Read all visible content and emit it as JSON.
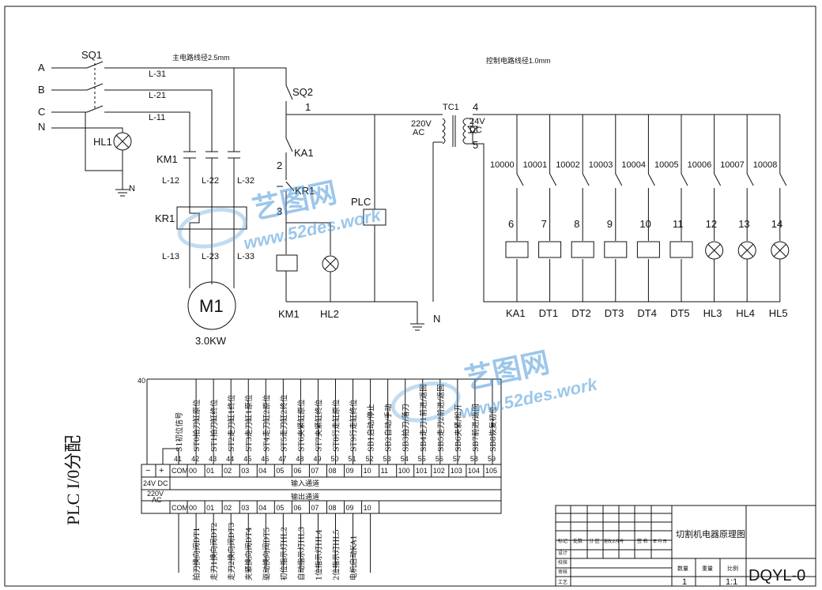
{
  "phases": [
    "A",
    "B",
    "C",
    "N"
  ],
  "sq1": "SQ1",
  "sq2": "SQ2",
  "main_wire_note": "主电路线径2.5mm",
  "ctrl_wire_note": "控制电路线径1.0mm",
  "wires_a": [
    "L-31",
    "L-21",
    "L-11"
  ],
  "wires_b": [
    "L-12",
    "L-22",
    "L-32"
  ],
  "wires_c": [
    "L-13",
    "L-23",
    "L-33"
  ],
  "km1": "KM1",
  "kr1": "KR1",
  "hl1": "HL1",
  "n_label": "N",
  "motor": "M1",
  "motor_power": "3.0KW",
  "node1": "1",
  "node2": "2",
  "node3": "3",
  "ka1": "KA1",
  "kr1_contact": "KR1",
  "plc": "PLC",
  "km1_coil": "KM1",
  "hl2": "HL2",
  "tc1": "TC1",
  "v220": "220V",
  "ac": "AC",
  "v24": "24V",
  "dc": "DC",
  "node4": "4",
  "node5": "5",
  "outputs": [
    {
      "addr": "10000",
      "node": "6",
      "label": "KA1",
      "kind": "coil"
    },
    {
      "addr": "10001",
      "node": "7",
      "label": "DT1",
      "kind": "coil"
    },
    {
      "addr": "10002",
      "node": "8",
      "label": "DT2",
      "kind": "coil"
    },
    {
      "addr": "10003",
      "node": "9",
      "label": "DT3",
      "kind": "coil"
    },
    {
      "addr": "10004",
      "node": "10",
      "label": "DT4",
      "kind": "coil"
    },
    {
      "addr": "10005",
      "node": "11",
      "label": "DT5",
      "kind": "coil"
    },
    {
      "addr": "10006",
      "node": "12",
      "label": "HL3",
      "kind": "lamp"
    },
    {
      "addr": "10007",
      "node": "13",
      "label": "HL4",
      "kind": "lamp"
    },
    {
      "addr": "10008",
      "node": "14",
      "label": "HL5",
      "kind": "lamp"
    }
  ],
  "plc_io_title": "PLC I/0分配",
  "wire40": "40",
  "inputs": [
    {
      "no": "41",
      "desc": "S1初位信号"
    },
    {
      "no": "42",
      "desc": "ST0拍刀缸原位"
    },
    {
      "no": "43",
      "desc": "ST1拍刀缸终位"
    },
    {
      "no": "44",
      "desc": "ST2走刀缸1终位"
    },
    {
      "no": "45",
      "desc": "ST3走刀缸1原位"
    },
    {
      "no": "46",
      "desc": "ST4走刀缸2原位"
    },
    {
      "no": "47",
      "desc": "ST5走刀缸2终位"
    },
    {
      "no": "48",
      "desc": "ST6夹紧缸原位"
    },
    {
      "no": "49",
      "desc": "ST7夹紧缸终位"
    },
    {
      "no": "50",
      "desc": "ST8行走缸原位"
    },
    {
      "no": "51",
      "desc": "ST9行走缸终位"
    },
    {
      "no": "52",
      "desc": "SB1启动/停止"
    },
    {
      "no": "53",
      "desc": "SB2自动/手动"
    },
    {
      "no": "54",
      "desc": "SB3拍刀/落刀"
    },
    {
      "no": "55",
      "desc": "SB4走刀1前进/返回"
    },
    {
      "no": "56",
      "desc": "SB5走刀2前进/返回"
    },
    {
      "no": "57",
      "desc": "SB6夹紧/松开"
    },
    {
      "no": "58",
      "desc": "SB7前进/返回"
    },
    {
      "no": "59",
      "desc": "SB8恢复初位"
    }
  ],
  "in_cells": [
    "COM",
    "00",
    "01",
    "02",
    "03",
    "04",
    "05",
    "06",
    "07",
    "08",
    "09",
    "10",
    "11",
    "100",
    "101",
    "102",
    "103",
    "104",
    "105"
  ],
  "minus": "−",
  "plus": "+",
  "dc24": "24V DC",
  "ac220a": "220V",
  "ac220b": "AC",
  "in_channel": "输入通道",
  "out_channel": "输出通道",
  "out_cells": [
    "COM",
    "00",
    "01",
    "02",
    "03",
    "04",
    "05",
    "06",
    "07",
    "08",
    "09",
    "10"
  ],
  "out_descs": [
    "拍刀换向阀DT1",
    "走刀1换向阀DT2",
    "走刀2换向阀DT3",
    "夹紧换向阀DT4",
    "驱动换向阀DT5",
    "初位指示灯HL2",
    "自动指示灯HL3",
    "1位指示灯HL4",
    "2位指示灯HL5",
    "电机启动KA1"
  ],
  "title_block": {
    "drawing_title": "切割机电器原理图",
    "drawing_no": "DQYL-0",
    "left_rows": [
      "标记",
      "设计",
      "校核",
      "审核",
      "工艺"
    ],
    "header_cells": [
      "处数",
      "分 区",
      "更改文件号",
      "签 名",
      "年 月 日"
    ],
    "qty_label": "数量",
    "weight_label": "重量",
    "scale_label": "比例",
    "qty": "1",
    "scale": "1:1"
  },
  "watermarks": [
    {
      "cn": "艺图网",
      "url": "www.52des.work"
    },
    {
      "cn": "艺图网",
      "url": "www.52des.work"
    }
  ]
}
